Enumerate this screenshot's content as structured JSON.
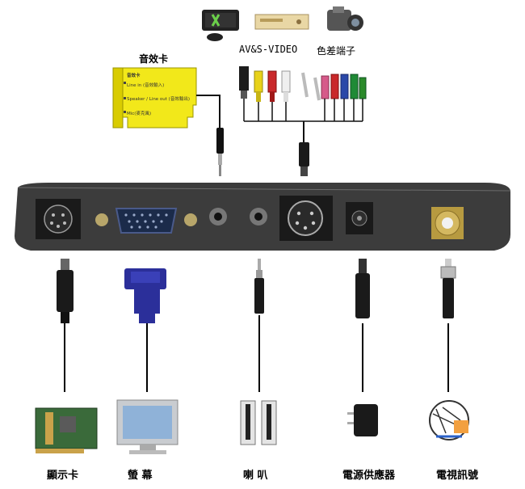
{
  "top": {
    "soundcard_title": "音效卡",
    "soundcard_lines": [
      "音效卡",
      "Line in (音效輸入)",
      "Speaker / Line out (音效輸出)",
      "Mic(麥克風)"
    ],
    "av_label": "AV&S-VIDEO",
    "component_label": "色差端子"
  },
  "bottom": {
    "display_card": "顯示卡",
    "monitor": "螢 幕",
    "speakers": "喇 叭",
    "power_supply": "電源供應器",
    "tv_signal": "電視訊號"
  },
  "colors": {
    "device_body": "#3c3c3c",
    "soundcard_pcb": "#f2e81a",
    "vga_blue": "#2b2f9a",
    "rca_yellow": "#e8d21a",
    "rca_red": "#c9282a",
    "rca_white": "#e8e8e8",
    "rca_green": "#1f8a36",
    "rca_blue": "#2a48a8",
    "rca_pink": "#d65a8a"
  },
  "icons": [
    "game-console-icon",
    "dvd-player-icon",
    "camcorder-icon",
    "display-card-icon",
    "monitor-icon",
    "speakers-icon",
    "power-adapter-icon",
    "tv-antenna-icon"
  ]
}
